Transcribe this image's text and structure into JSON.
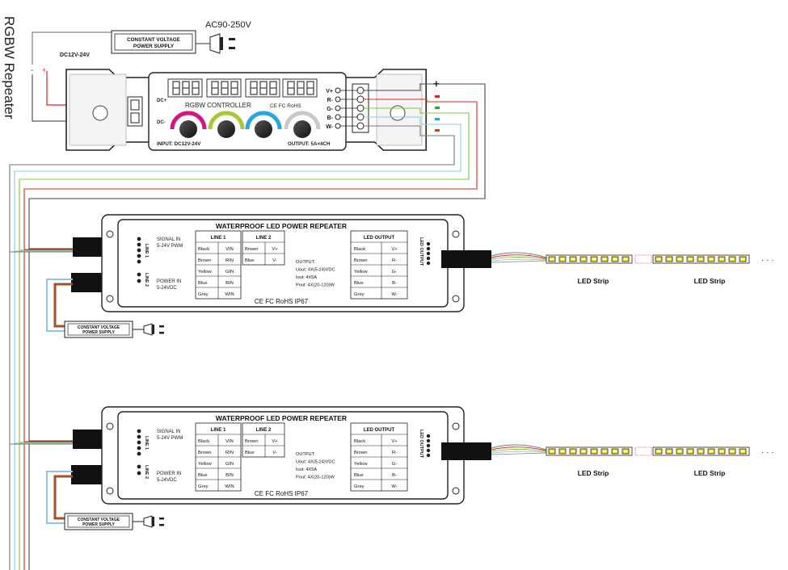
{
  "title": "RGBW Repeater",
  "mains": "AC90-250V",
  "top_psu": {
    "label_1": "CONSTANT VOLTAGE",
    "label_2": "POWER SUPPLY",
    "dc_label": "DC12V-24V"
  },
  "controller": {
    "name": "RGBW  CONTROLLER",
    "cert": "CE FC RoHS",
    "input": "INPUT: DC12V-24V",
    "output": "OUTPUT: 5A×4CH",
    "dc_plus": "DC+",
    "dc_minus": "DC-",
    "terminals": [
      "V+",
      "R-",
      "G-",
      "B-",
      "W-"
    ]
  },
  "plus_sign": "+",
  "repeater": {
    "title": "WATERPROOF LED POWER REPEATER",
    "signal_in_1": "SIGNAL IN",
    "signal_in_2": "5-24V PWM",
    "power_in_1": "POWER IN",
    "power_in_2": "5-24VDC",
    "line1_side": "LINE 1",
    "line2_side": "LINE 2",
    "line1_header": "LINE 1",
    "line2_header": "LINE 2",
    "line1_rows": [
      [
        "Black",
        "VIN"
      ],
      [
        "Brown",
        "RIN"
      ],
      [
        "Yellow",
        "GIN"
      ],
      [
        "Blue",
        "BIN"
      ],
      [
        "Grey",
        "WIN"
      ]
    ],
    "line2_rows": [
      [
        "Brown",
        "V+"
      ],
      [
        "Blue",
        "V-"
      ]
    ],
    "output_text": [
      "OUTPUT:",
      "Uout: 4X(5-24)VDC",
      "Iout: 4X5A",
      "Pout: 4X(20-120)W"
    ],
    "led_output_header": "LED OUTPUT",
    "led_rows": [
      [
        "Black",
        "V+"
      ],
      [
        "Brown",
        "R-"
      ],
      [
        "Yellow",
        "G-"
      ],
      [
        "Blue",
        "B-"
      ],
      [
        "Grey",
        "W-"
      ]
    ],
    "side_output": "LED OUTPUT",
    "cert": "CE FC RoHS  IP67"
  },
  "lower_psu": {
    "label_1": "CONSTANT VOLTAGE",
    "label_2": "POWER SUPPLY"
  },
  "led_strip_label": "LED Strip",
  "ellipsis": "· · ·",
  "colors": {
    "red": "#d8261f",
    "green": "#84c441",
    "blue": "#8fc6e8",
    "brown": "#a5522a",
    "grey": "#6e6e6e",
    "magenta": "#d6167e",
    "yellow_green": "#a7c83b",
    "cyan": "#2aa7de",
    "white_knob": "#c9c9c9",
    "led_yellow": "#f2e51c"
  }
}
